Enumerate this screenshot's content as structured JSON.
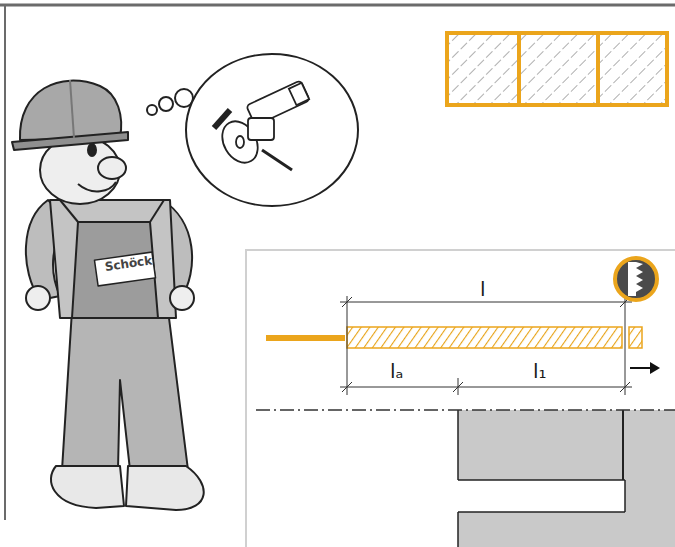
{
  "diagram": {
    "labels": [
      "Schöck",
      "l",
      "lₐ",
      "l₁"
    ]
  }
}
